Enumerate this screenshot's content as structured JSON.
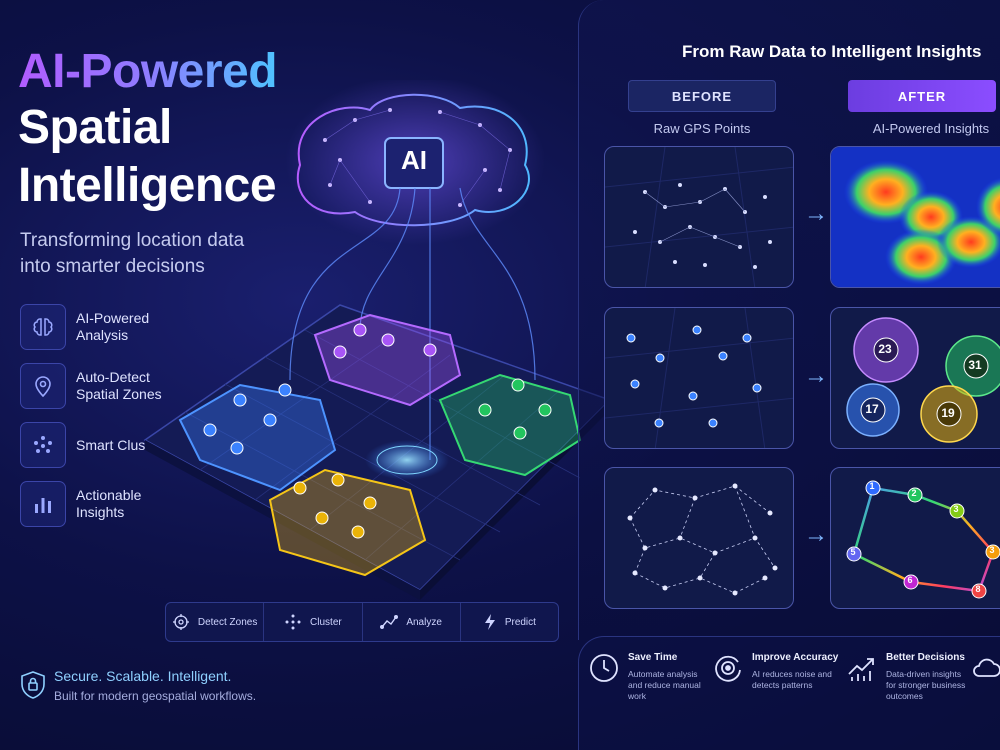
{
  "hero": {
    "title_line1": "AI-Powered",
    "title_line2": "Spatial",
    "title_line3": "Intelligence",
    "subtitle": "Transforming location data into smarter decisions"
  },
  "features": [
    {
      "label": "AI-Powered Analysis",
      "icon": "brain-icon"
    },
    {
      "label": "Auto-Detect Spatial Zones",
      "icon": "location-pin-icon"
    },
    {
      "label": "Smart Clustering",
      "icon": "cluster-dots-icon"
    },
    {
      "label": "Actionable Insights",
      "icon": "bar-chart-icon"
    }
  ],
  "illustration": {
    "ai_chip_label": "AI",
    "cluster_colors": [
      "#3b82ff",
      "#a855f7",
      "#22c55e",
      "#eab308"
    ]
  },
  "toolbar": [
    {
      "label": "Detect Zones",
      "icon": "target-icon"
    },
    {
      "label": "Cluster",
      "icon": "cluster-icon"
    },
    {
      "label": "Analyze",
      "icon": "line-graph-icon"
    },
    {
      "label": "Predict",
      "icon": "lightning-icon"
    }
  ],
  "footer": {
    "tagline": "Secure. Scalable. Intelligent.",
    "subline": "Built for modern geospatial workflows."
  },
  "comparison": {
    "heading": "From Raw Data to Intelligent Insights",
    "before_badge": "BEFORE",
    "after_badge": "AFTER",
    "before_label": "Raw GPS Points",
    "after_label": "AI-Powered Insights",
    "cluster_counts": [
      "23",
      "31",
      "17",
      "19"
    ],
    "route_stops": [
      "1",
      "2",
      "3",
      "3",
      "8",
      "6",
      "5"
    ]
  },
  "benefits": [
    {
      "title": "Save Time",
      "desc": "Automate analysis and reduce manual work",
      "icon": "clock-icon"
    },
    {
      "title": "Improve Accuracy",
      "desc": "AI reduces noise and detects patterns",
      "icon": "accuracy-icon"
    },
    {
      "title": "Better Decisions",
      "desc": "Data-driven insights for stronger business outcomes",
      "icon": "trend-up-icon"
    }
  ],
  "colors": {
    "accent_purple": "#8b4dff",
    "accent_blue": "#4fc3ff",
    "background": "#0d1147"
  }
}
